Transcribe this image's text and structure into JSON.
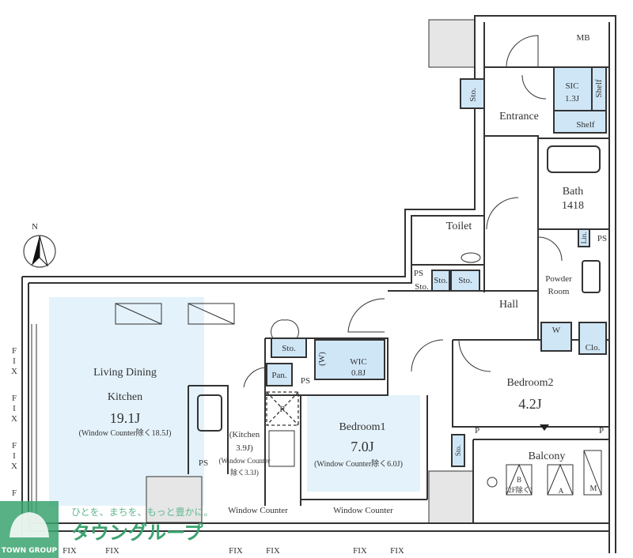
{
  "colors": {
    "room_fill": "#e4f2fb",
    "storage_fill": "#cfe6f7",
    "wall": "#333333",
    "brand_green": "#3aa36f"
  },
  "compass": {
    "label": "N"
  },
  "rooms": {
    "mb": "MB",
    "entrance_sto": "Sto.",
    "sic": {
      "name": "SIC",
      "size": "1.3J"
    },
    "shelf_v": "Shelf",
    "shelf_h": "Shelf",
    "entrance": "Entrance",
    "bath": {
      "name": "Bath",
      "size": "1418"
    },
    "toilet": "Toilet",
    "ps_toilet": "PS",
    "sto_hall_1": "Sto.",
    "sto_hall_2": "Sto.",
    "sto_hall_3": "Sto.",
    "lin": "Lin.",
    "ps_powder": "PS",
    "powder": {
      "line1": "Powder",
      "line2": "Room"
    },
    "hall": "Hall",
    "washer": "W",
    "clo": "Clo.",
    "ldk": {
      "line1": "Living Dining",
      "line2": "Kitchen",
      "size": "19.1J",
      "note": "(Window Counter除く18.5J)"
    },
    "kitchen_sto": "Sto.",
    "pantry": "Pan.",
    "wic_w": "(W)",
    "wic": {
      "name": "WIC",
      "size": "0.8J"
    },
    "ps_wic": "PS",
    "fridge": "R",
    "kitchen": {
      "name": "(Kitchen",
      "size": "3.9J)",
      "note1": "(Window Counter",
      "note2": "除く3.3J)"
    },
    "ps_kitchen": "PS",
    "bedroom1": {
      "name": "Bedroom1",
      "size": "7.0J",
      "note": "(Window Counter除く6.0J)"
    },
    "bedroom2": {
      "name": "Bedroom2",
      "size": "4.2J"
    },
    "p_left": "P",
    "p_right": "P",
    "bedroom2_sto": "Sto.",
    "balcony": "Balcony",
    "unit_b": {
      "name": "B",
      "note": "(2F除く)"
    },
    "unit_a": "A",
    "unit_m": "M",
    "window_counter_1": "Window Counter",
    "window_counter_2": "Window Counter"
  },
  "fix_labels": [
    "FIX",
    "FIX",
    "FIX",
    "FIX",
    "FIX",
    "FIX"
  ],
  "fix_vertical": [
    "F",
    "I",
    "X"
  ],
  "logo": {
    "slogan": "ひとを、まちを、もっと豊かに。",
    "name_jp": "タウングループ",
    "name_en": "TOWN GROUP"
  }
}
